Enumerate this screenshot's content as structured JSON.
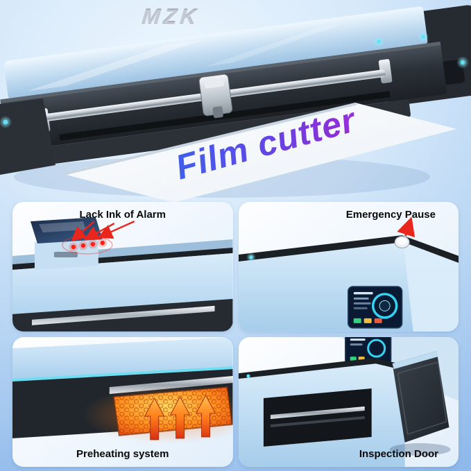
{
  "brand": {
    "logo": "MZK"
  },
  "hero": {
    "film_text": "Film cutter"
  },
  "features": {
    "lack_ink": {
      "label": "Lack Ink of Alarm"
    },
    "emergency_pause": {
      "label": "Emergency Pause"
    },
    "preheating": {
      "label": "Preheating system"
    },
    "inspection_door": {
      "label": "Inspection Door"
    }
  },
  "colors": {
    "background_center": "#eef7fe",
    "background_edge": "#8fb9ea",
    "panel_background": "#f2f8fd",
    "printer_body_blue": "#bcdcf2",
    "printer_dark": "#23272d",
    "accent_cyan": "#5fe2f6",
    "alarm_red": "#e8261c",
    "heat_orange": "#ff8a1e",
    "film_text_gradient_start": "#2f6ce8",
    "film_text_gradient_end": "#a02bd8"
  }
}
